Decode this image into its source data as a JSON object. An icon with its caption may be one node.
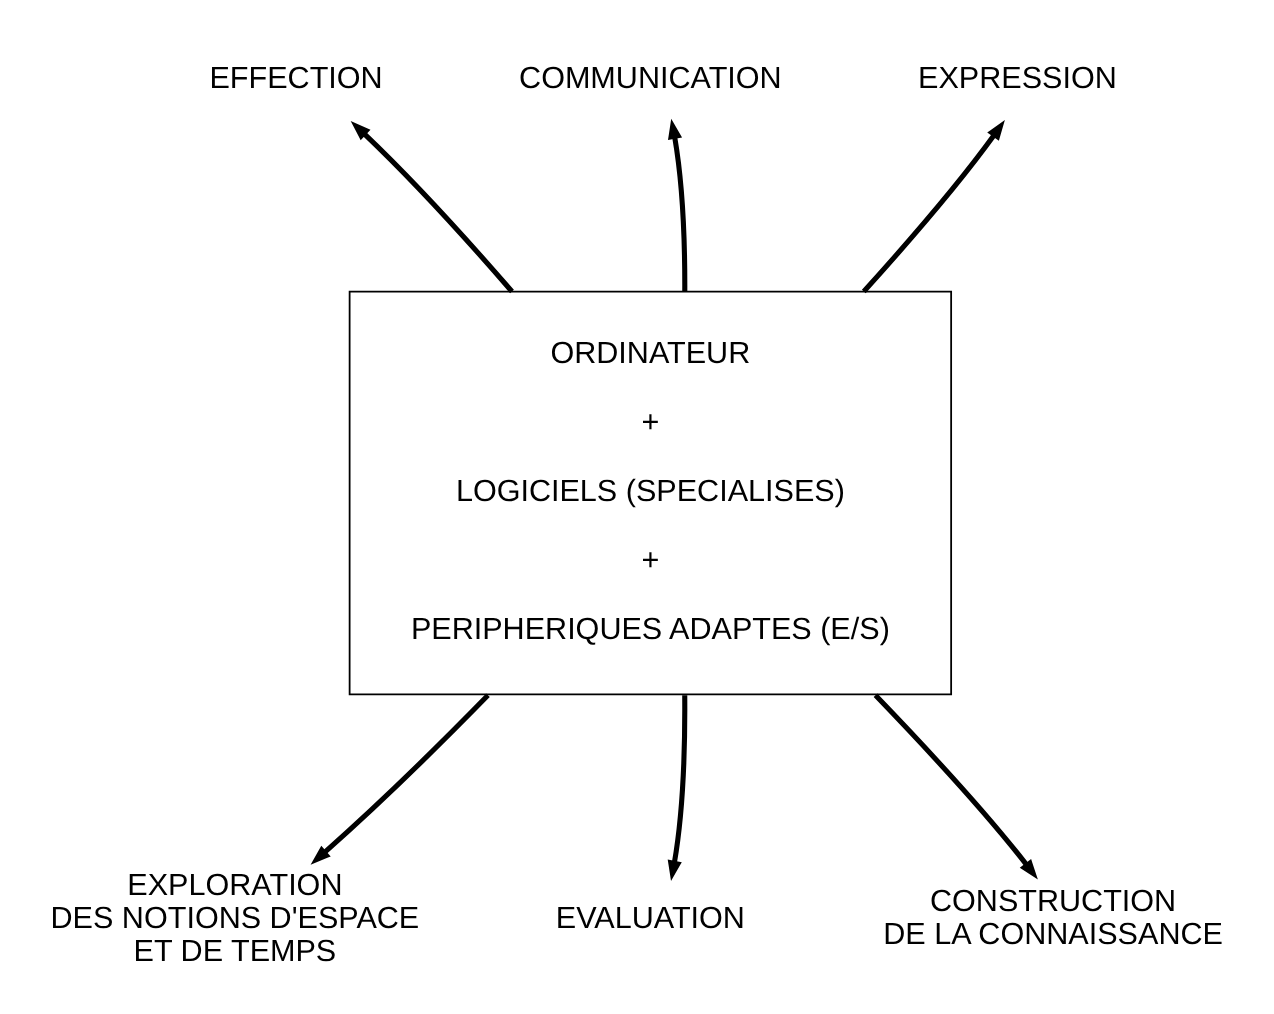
{
  "diagram": {
    "nodes": [
      {
        "text": [
          "ORDINATEUR",
          "+",
          "LOGICIELS (SPECIALISES)",
          "+",
          "PERIPHERIQUES ADAPTES (E/S)"
        ]
      },
      {
        "text": [
          "EFFECTION"
        ]
      },
      {
        "text": [
          "COMMUNICATION"
        ]
      },
      {
        "text": [
          "EXPRESSION"
        ]
      },
      {
        "text": [
          "EXPLORATION DES NOTIONS D'ESPACE ET DE TEMPS"
        ]
      },
      {
        "text": [
          "EVALUATION"
        ]
      },
      {
        "text": [
          "CONSTRUCTION DE LA CONNAISSANCE"
        ]
      }
    ],
    "edges": [
      {
        "from": 0,
        "to": 1,
        "arrow": "to"
      },
      {
        "from": 0,
        "to": 2,
        "arrow": "to"
      },
      {
        "from": 0,
        "to": 3,
        "arrow": "to"
      },
      {
        "from": 0,
        "to": 4,
        "arrow": "to"
      },
      {
        "from": 0,
        "to": 5,
        "arrow": "to"
      },
      {
        "from": 0,
        "to": 6,
        "arrow": "to"
      }
    ]
  }
}
